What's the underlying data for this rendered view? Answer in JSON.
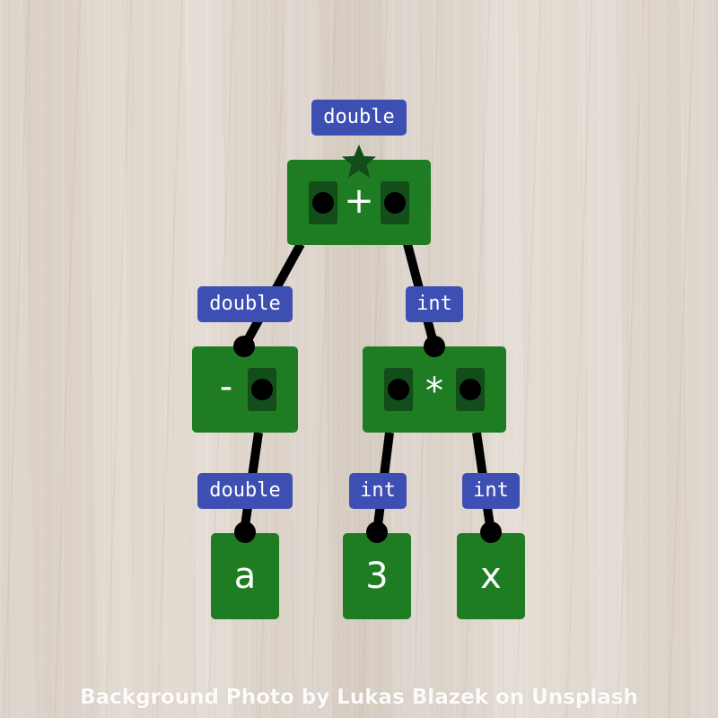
{
  "tree": {
    "root": {
      "operator": "+",
      "type": "double"
    },
    "minus": {
      "operator": "-",
      "type": "double"
    },
    "times": {
      "operator": "*",
      "type": "int"
    },
    "leaf_a": {
      "value": "a",
      "type": "double"
    },
    "leaf_3": {
      "value": "3",
      "type": "int"
    },
    "leaf_x": {
      "value": "x",
      "type": "int"
    }
  },
  "colors": {
    "node_fill": "#1e7d22",
    "slot_fill": "#134d1a",
    "type_label_fill": "#3d4fb3",
    "edge": "#000000",
    "root_star": "#134d1a"
  },
  "icons": {
    "root_marker": "star-icon",
    "input_slot": "slot-dot-icon",
    "connection_port": "port-dot-icon"
  },
  "footer": {
    "credit": "Background Photo by Lukas Blazek on Unsplash"
  }
}
